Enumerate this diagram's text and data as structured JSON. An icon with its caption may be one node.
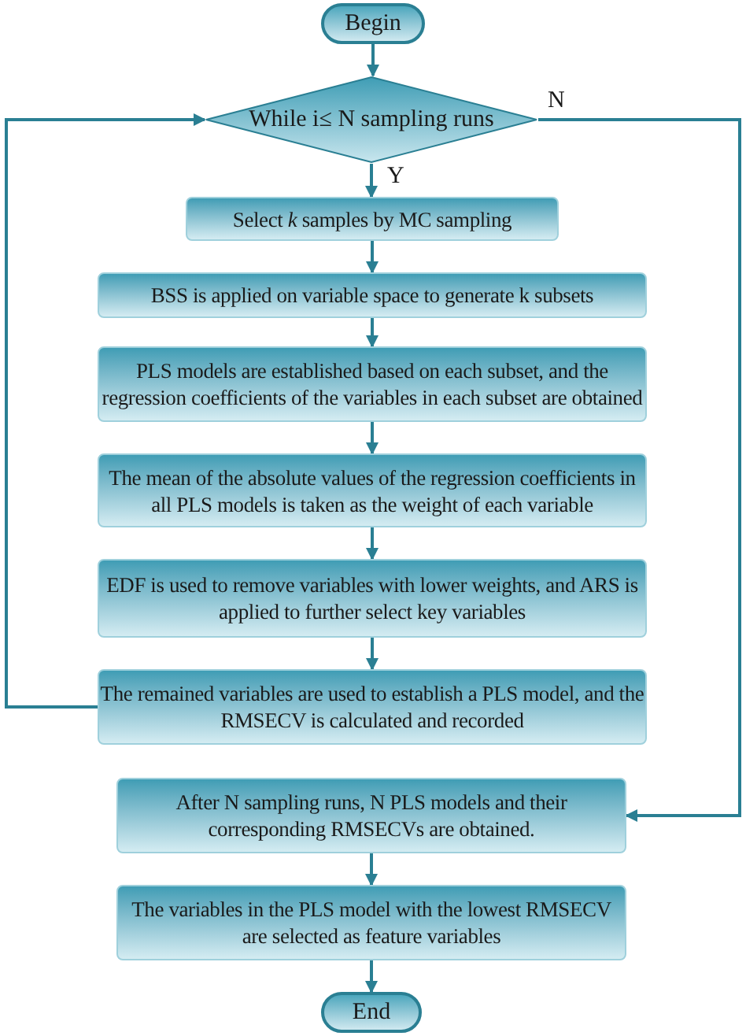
{
  "diagram": {
    "nodes": [
      {
        "text": [
          "Begin"
        ]
      },
      {
        "text": [
          "While i≤ N sampling runs"
        ]
      },
      {
        "text": [
          "Select *k* samples by MC sampling"
        ]
      },
      {
        "text": [
          "BSS is applied on variable space to generate k subsets"
        ]
      },
      {
        "text": [
          "PLS models are established based on each subset, and the regression coefficients of the variables in each subset are obtained"
        ]
      },
      {
        "text": [
          "The mean of the absolute values of the regression coefficients in all PLS models is taken as the weight of each variable"
        ]
      },
      {
        "text": [
          "EDF is used to remove variables with lower weights, and ARS is applied to further select key variables"
        ]
      },
      {
        "text": [
          "The remained variables are used to establish a PLS model, and the RMSECV is calculated and recorded"
        ]
      },
      {
        "text": [
          "After N sampling runs, N PLS models and their corresponding RMSECVs are obtained."
        ]
      },
      {
        "text": [
          "The variables in the PLS model with the lowest RMSECV are selected as feature variables"
        ]
      },
      {
        "text": [
          "End"
        ]
      }
    ],
    "edges": [
      {
        "from": 0,
        "to": 1,
        "arrow": "to"
      },
      {
        "from": 1,
        "to": 2,
        "arrow": "to",
        "label": "Y"
      },
      {
        "from": 2,
        "to": 3,
        "arrow": "to"
      },
      {
        "from": 3,
        "to": 4,
        "arrow": "to"
      },
      {
        "from": 4,
        "to": 5,
        "arrow": "to"
      },
      {
        "from": 5,
        "to": 6,
        "arrow": "to"
      },
      {
        "from": 6,
        "to": 7,
        "arrow": "to"
      },
      {
        "from": 7,
        "to": 1,
        "arrow": "to"
      },
      {
        "from": 1,
        "to": 8,
        "arrow": "to",
        "label": "N"
      },
      {
        "from": 8,
        "to": 9,
        "arrow": "to"
      },
      {
        "from": 9,
        "to": 10,
        "arrow": "to"
      }
    ]
  }
}
